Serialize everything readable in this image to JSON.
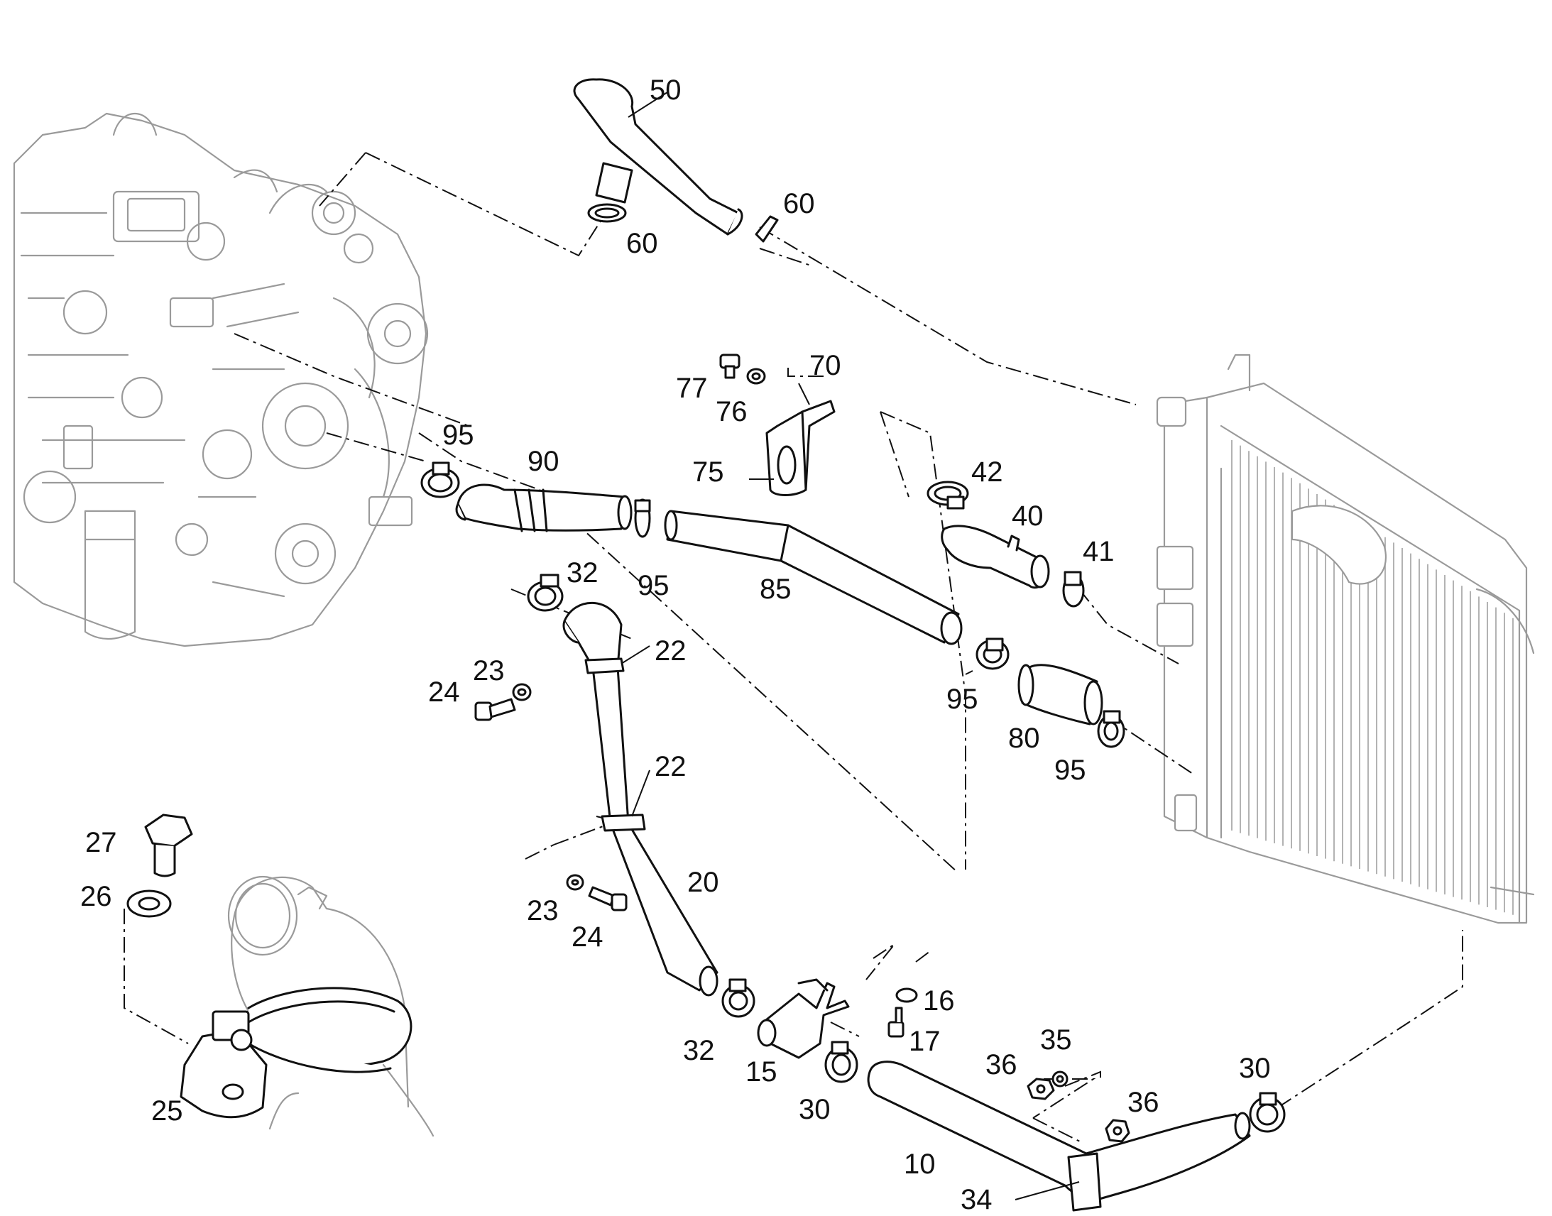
{
  "labels": {
    "l50": "50",
    "l60a": "60",
    "l60b": "60",
    "l70": "70",
    "l77": "77",
    "l76": "76",
    "l75": "75",
    "l95a": "95",
    "l90": "90",
    "l95b": "95",
    "l85": "85",
    "l42": "42",
    "l40": "40",
    "l41": "41",
    "l32a": "32",
    "l22a": "22",
    "l23a": "23",
    "l24a": "24",
    "l95c": "95",
    "l80": "80",
    "l95d": "95",
    "l22b": "22",
    "l27": "27",
    "l26": "26",
    "l20": "20",
    "l23b": "23",
    "l24b": "24",
    "l16": "16",
    "l17": "17",
    "l32b": "32",
    "l15": "15",
    "l30a": "30",
    "l35": "35",
    "l36a": "36",
    "l36b": "36",
    "l30b": "30",
    "l25": "25",
    "l10": "10",
    "l34": "34"
  }
}
